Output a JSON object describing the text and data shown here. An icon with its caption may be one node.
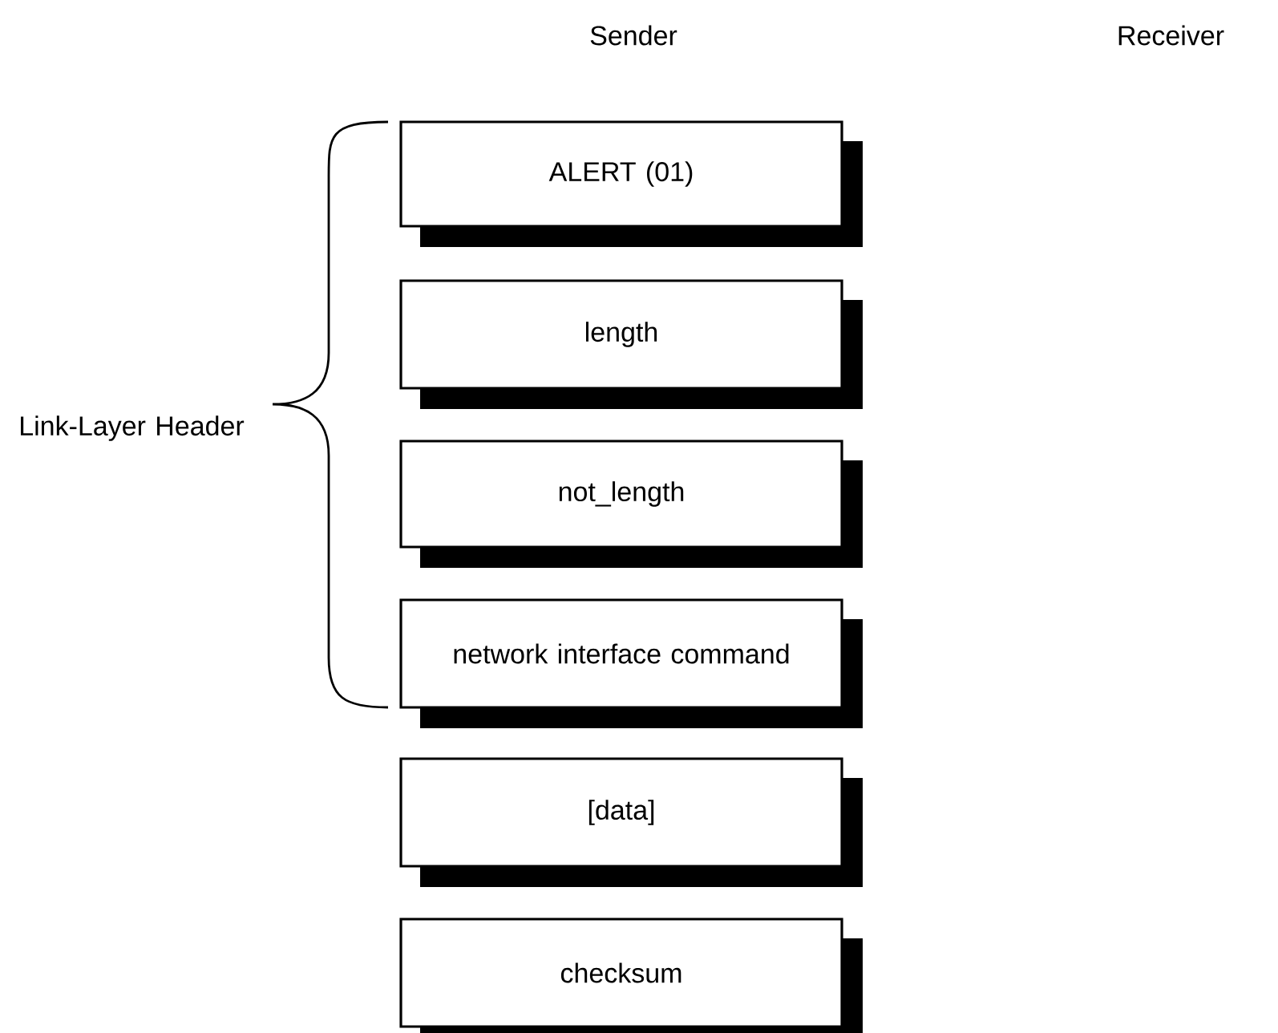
{
  "diagram": {
    "nodes": [
      {
        "text": [
          "ALERT (01)"
        ]
      },
      {
        "text": [
          "length"
        ]
      },
      {
        "text": [
          "not_length"
        ]
      },
      {
        "text": [
          "network interface command"
        ]
      },
      {
        "text": [
          "[data]"
        ]
      },
      {
        "text": [
          "checksum"
        ]
      }
    ],
    "labels": [
      "Sender",
      "Receiver",
      "Link-Layer Header"
    ]
  }
}
